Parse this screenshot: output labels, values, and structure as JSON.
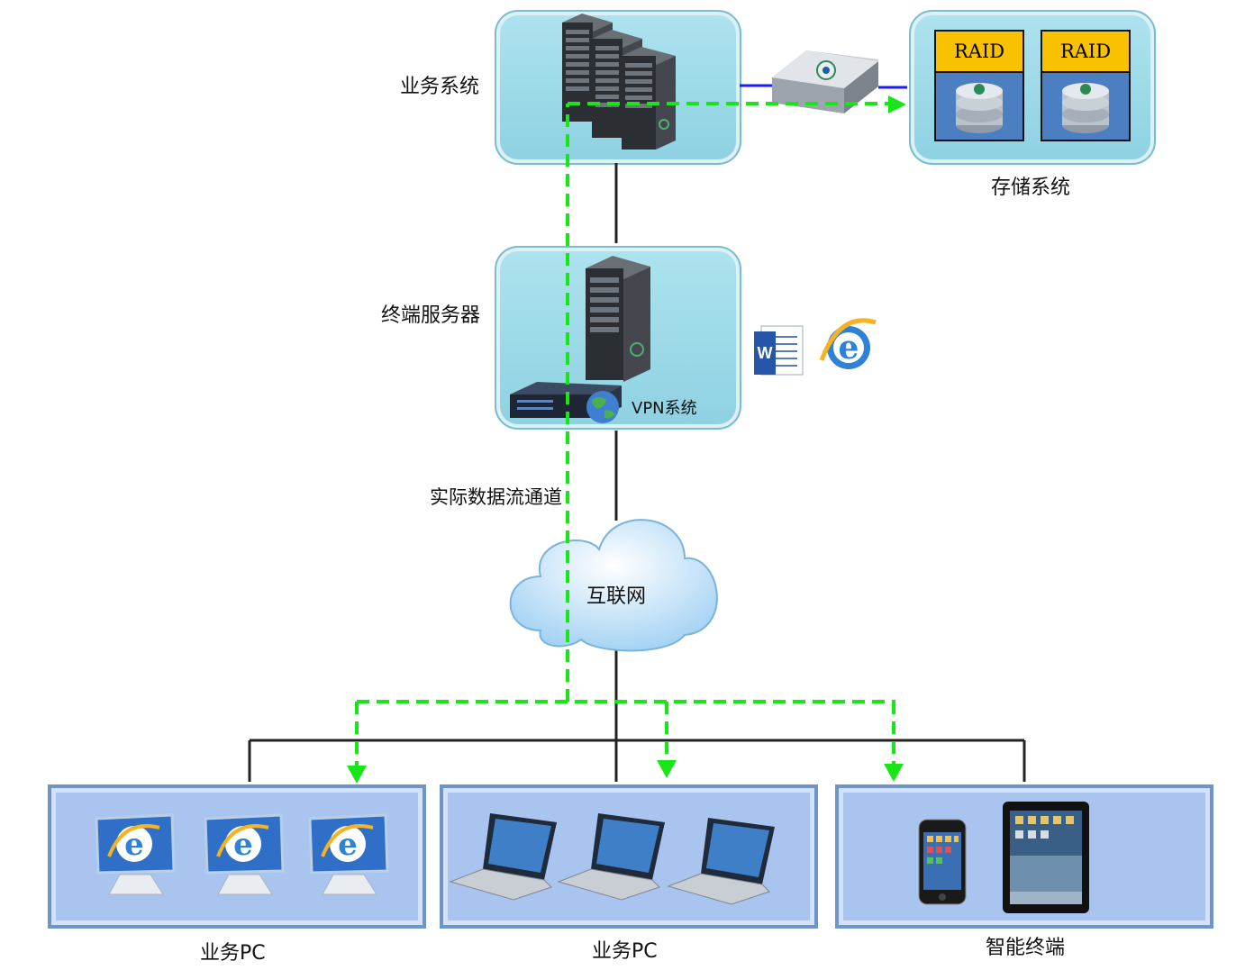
{
  "labels": {
    "business_system": "业务系统",
    "storage_system": "存储系统",
    "terminal_server": "终端服务器",
    "vpn_system": "VPN系统",
    "data_channel": "实际数据流通道",
    "internet": "互联网",
    "business_pc_1": "业务PC",
    "business_pc_2": "业务PC",
    "smart_terminal": "智能终端"
  },
  "raid": [
    "RAID",
    "RAID"
  ],
  "colors": {
    "dashed_flow": "#19e619",
    "link_line": "#222222",
    "storage_link": "#1a1aff",
    "teal_box": "#9fdbe8",
    "blue_box": "#a9c5ef",
    "raid_header": "#f8c200"
  }
}
